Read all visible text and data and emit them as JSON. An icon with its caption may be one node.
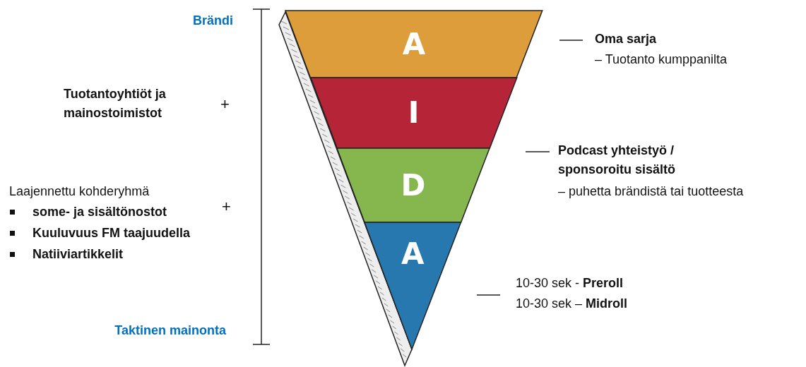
{
  "diagram": {
    "nodes": [
      {
        "text": [
          "A"
        ]
      },
      {
        "text": [
          "I"
        ]
      },
      {
        "text": [
          "D"
        ]
      },
      {
        "text": [
          "A"
        ]
      }
    ],
    "labels": [
      "Brändi",
      "Oma sarja",
      "– Tuotanto kumppanilta",
      "Tuotantoyhtiöt ja mainostoimistot",
      "+",
      "Podcast yhteistyö / sponsoroitu sisältö",
      "– puhetta brändistä tai tuotteesta",
      "Laajennettu kohderyhmä",
      "+",
      "some- ja sisältönostot",
      "Kuuluvuus FM taajuudella",
      "Natiiviartikkelit",
      "10-30 sek - **Preroll**",
      "10-30 sek – **Midroll**",
      "Taktinen mainonta"
    ]
  }
}
